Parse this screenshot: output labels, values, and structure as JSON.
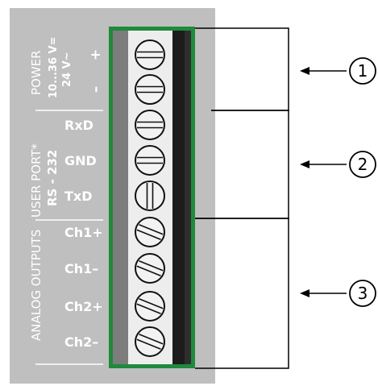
{
  "groups": [
    {
      "title": "POWER",
      "subtitle_line1": "10...36 V=",
      "subtitle_line2": "24 V~",
      "terminals": [
        "+",
        "–"
      ]
    },
    {
      "title": "USER PORT*",
      "subtitle_line1": "RS - 232",
      "terminals": [
        "RxD",
        "GND",
        "TxD"
      ]
    },
    {
      "title": "ANALOG OUTPUTS",
      "terminals": [
        "Ch1+",
        "Ch1–",
        "Ch2+",
        "Ch2–"
      ]
    }
  ],
  "callouts": [
    "1",
    "2",
    "3"
  ],
  "colors": {
    "panel": "#bfbfbf",
    "panel_text": "#ffffff",
    "terminal_block_border": "#1f8a3c",
    "screw_column": "#ededed",
    "screw_fill": "#f2f2f2",
    "bracket_line": "#000000"
  },
  "screw_types": [
    "horizontal",
    "horizontal",
    "horizontal",
    "horizontal",
    "vertical",
    "diagonal",
    "diagonal",
    "diagonal",
    "diagonal"
  ]
}
